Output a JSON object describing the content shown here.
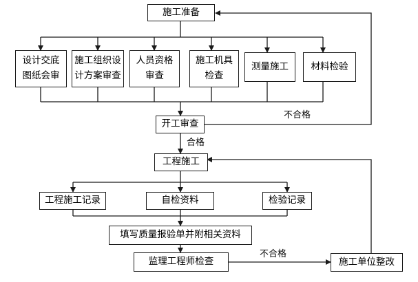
{
  "nodes": {
    "preparation": "施工准备",
    "design_review": "设计交底\n图纸会审",
    "org_design_review": "施工组织设\n计方案审查",
    "personnel_review": "人员资格\n审查",
    "machinery_check": "施工机具\n检查",
    "survey": "测量施工",
    "material_inspection": "材料检验",
    "start_review": "开工审查",
    "construction": "工程施工",
    "construction_record": "工程施工记录",
    "self_inspection_data": "自检资料",
    "inspection_record": "检验记录",
    "quality_report": "填写质量报验单并附相关资料",
    "supervisor_check": "监理工程师检查",
    "rectification": "施工单位整改"
  },
  "edge_labels": {
    "start_review_fail": "不合格",
    "start_review_pass": "合格",
    "supervisor_fail": "不合格"
  },
  "colors": {
    "line": "#1a1a1a",
    "background": "#ffffff"
  }
}
